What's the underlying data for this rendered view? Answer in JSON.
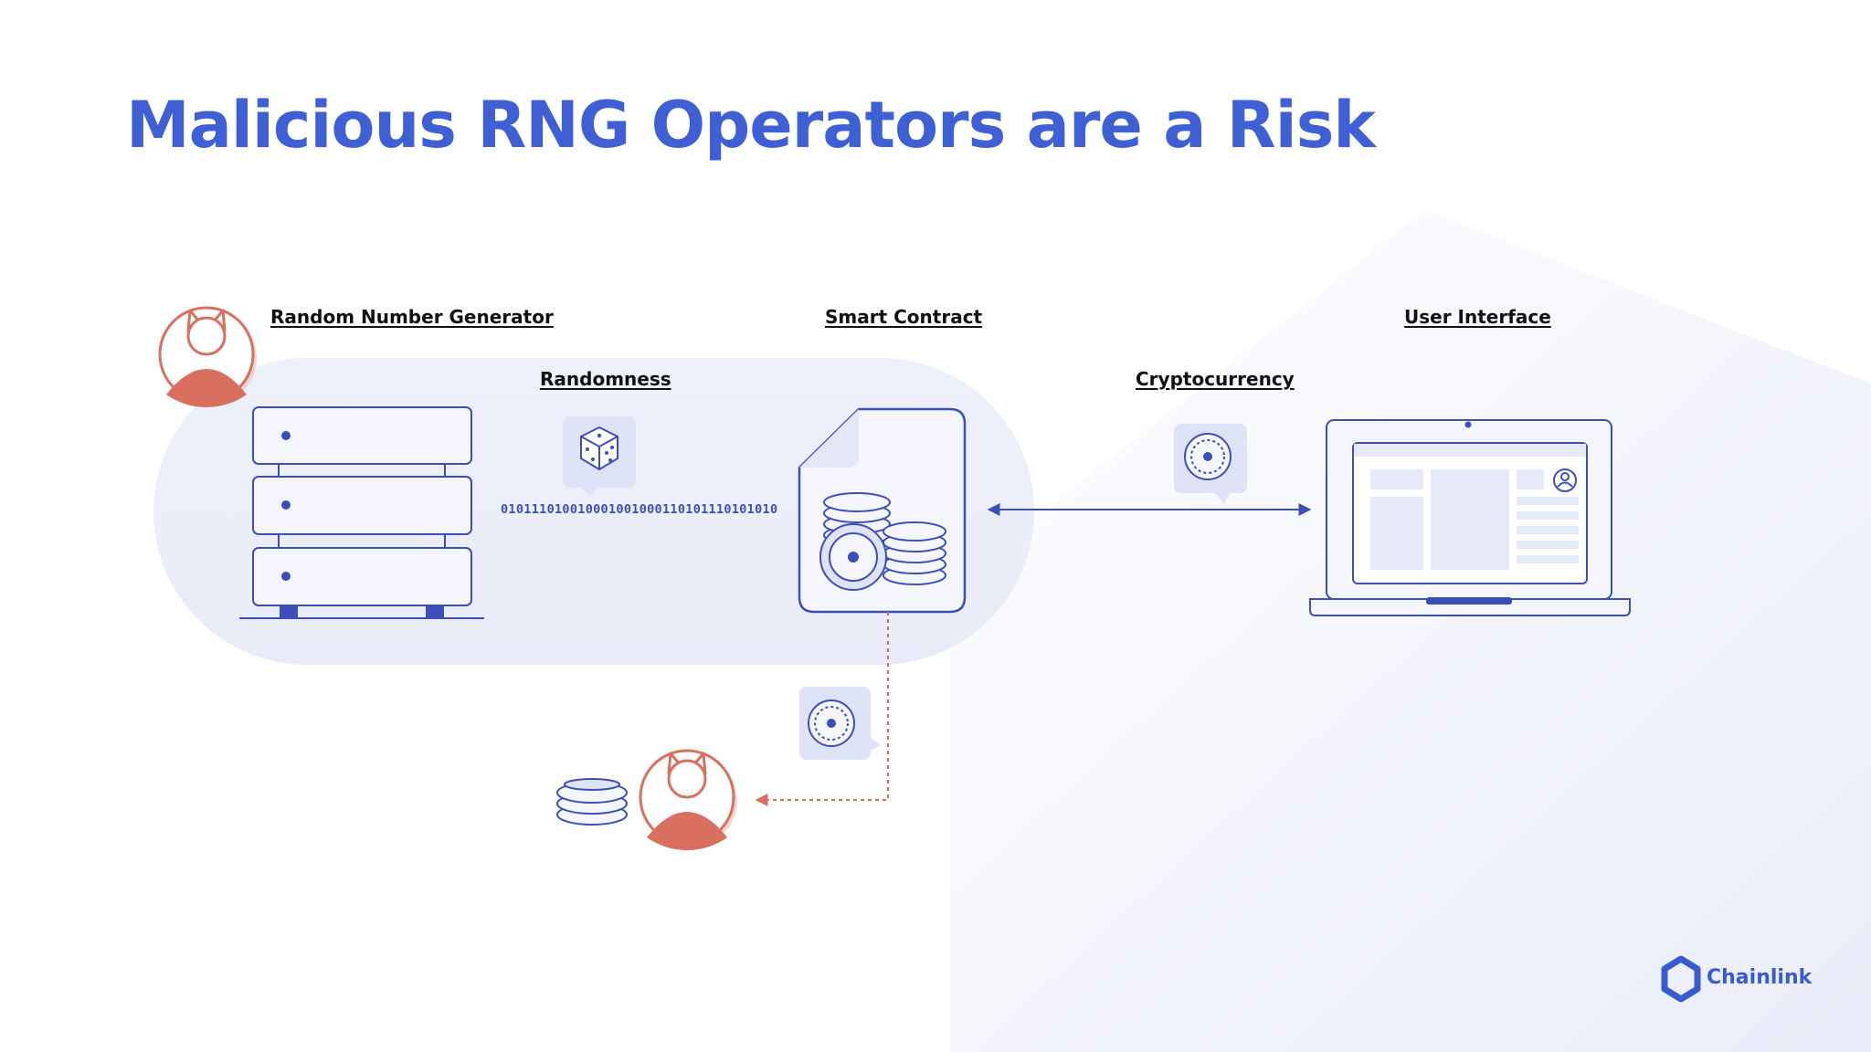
{
  "title": "Malicious RNG Operators are a Risk",
  "labels": {
    "rng": "Random Number Generator",
    "smart_contract": "Smart Contract",
    "user_interface": "User Interface",
    "randomness": "Randomness",
    "cryptocurrency": "Cryptocurrency"
  },
  "binary_string": "010111010010001001000110101110101010",
  "brand": {
    "name": "Chainlink"
  },
  "colors": {
    "title": "#3f5fd4",
    "accent": "#3a4fb8",
    "attacker": "#d9705f",
    "panel": "#eef0fa"
  },
  "icons": [
    "attacker-avatar-icon",
    "server-rack-icon",
    "dice-icon",
    "crypto-token-icon",
    "coin-stack-icon",
    "laptop-icon",
    "chainlink-hexagon-icon"
  ]
}
